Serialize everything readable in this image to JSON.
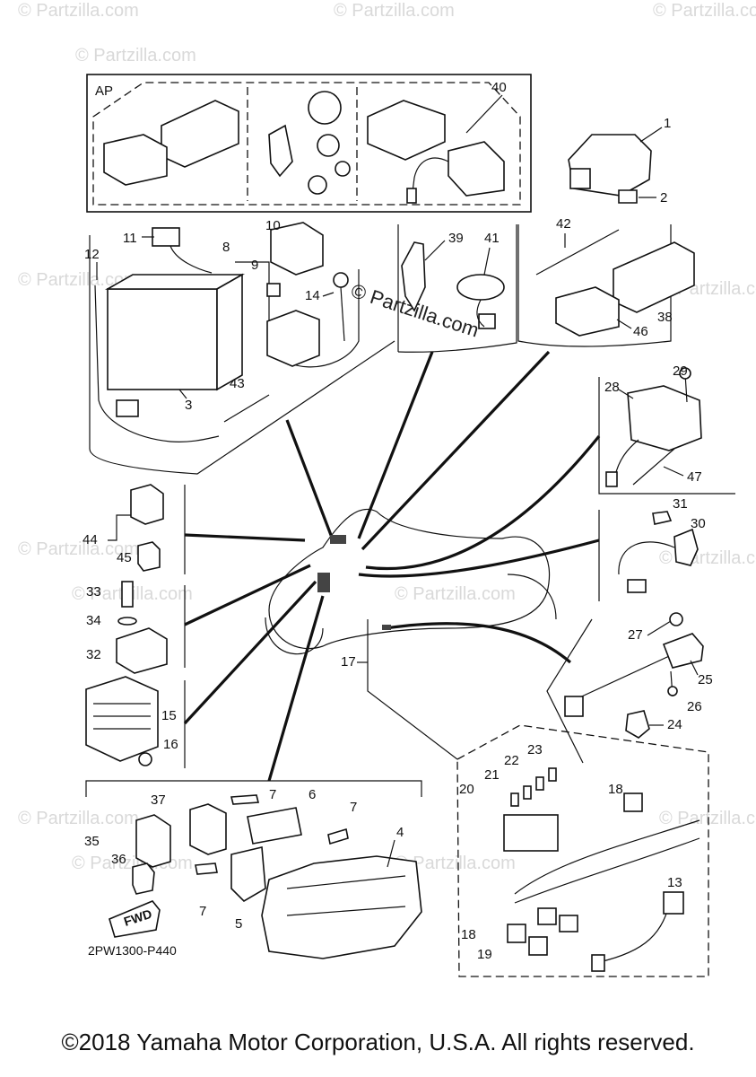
{
  "watermark": "© Partzilla.com",
  "center_watermark": "© Partzilla.com",
  "inset_label": "AP",
  "diagram_code": "2PW1300-P440",
  "copyright": "©2018 Yamaha Motor Corporation, U.S.A. All rights reserved.",
  "fwd_label": "FWD",
  "callouts": {
    "c1": "1",
    "c2": "2",
    "c3": "3",
    "c4": "4",
    "c5": "5",
    "c6": "6",
    "c7a": "7",
    "c7b": "7",
    "c7c": "7",
    "c8": "8",
    "c9": "9",
    "c10": "10",
    "c11": "11",
    "c12": "12",
    "c13": "13",
    "c14": "14",
    "c15": "15",
    "c16": "16",
    "c17": "17",
    "c18a": "18",
    "c18b": "18",
    "c19": "19",
    "c20": "20",
    "c21": "21",
    "c22": "22",
    "c23": "23",
    "c24": "24",
    "c25": "25",
    "c26": "26",
    "c27": "27",
    "c28": "28",
    "c29": "29",
    "c30": "30",
    "c31": "31",
    "c32": "32",
    "c33": "33",
    "c34": "34",
    "c35": "35",
    "c36": "36",
    "c37": "37",
    "c38": "38",
    "c39": "39",
    "c40": "40",
    "c41": "41",
    "c42": "42",
    "c43": "43",
    "c44": "44",
    "c45": "45",
    "c46": "46",
    "c47": "47"
  }
}
